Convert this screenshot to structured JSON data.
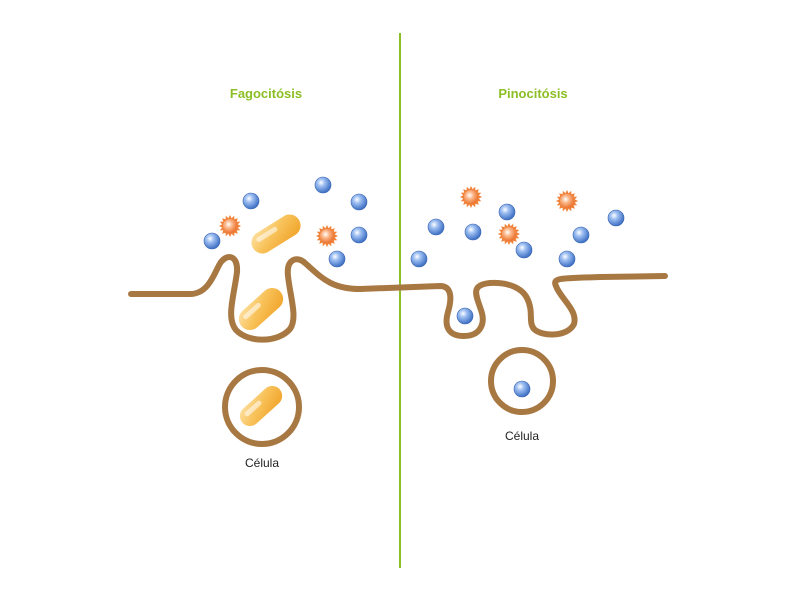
{
  "left_panel": {
    "title": "Fagocitósis",
    "caption": "Célula"
  },
  "right_panel": {
    "title": "Pinocitósis",
    "caption": "Célula"
  },
  "colors": {
    "membrane": "#a87843",
    "divider": "#8cbf26",
    "title": "#8cbf26",
    "molecule_blue": "#4a7fd4",
    "particle_orange": "#f0823a",
    "bacterium_yellow": "#f6b23c"
  },
  "icons": {
    "molecule": "blue-sphere-icon",
    "particle": "orange-spiky-particle-icon",
    "bacterium": "bacterium-icon"
  }
}
